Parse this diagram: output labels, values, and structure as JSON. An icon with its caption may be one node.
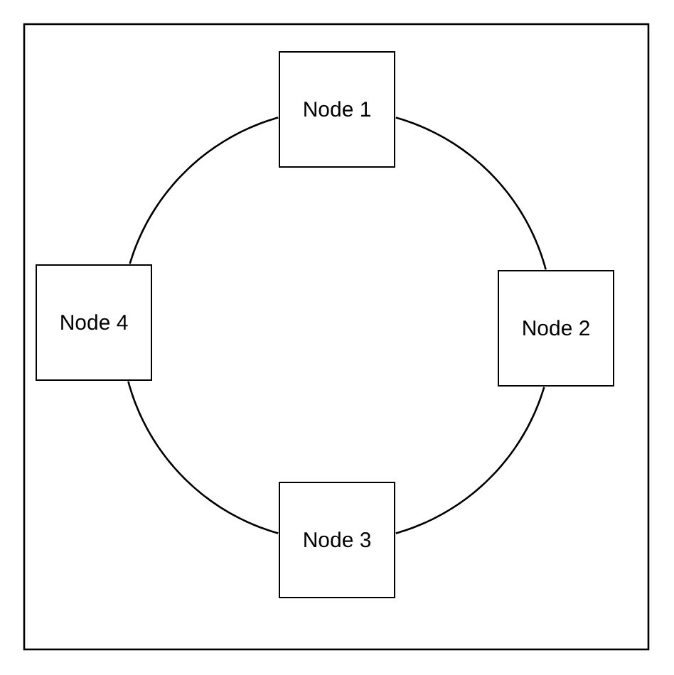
{
  "diagram": {
    "nodes": [
      {
        "text": [
          "Node 1"
        ]
      },
      {
        "text": [
          "Node 2"
        ]
      },
      {
        "text": [
          "Node 3"
        ]
      },
      {
        "text": [
          "Node 4"
        ]
      }
    ],
    "edges": [
      {
        "from": 0,
        "to": 1,
        "arrow": "none"
      },
      {
        "from": 1,
        "to": 2,
        "arrow": "none"
      },
      {
        "from": 2,
        "to": 3,
        "arrow": "none"
      },
      {
        "from": 3,
        "to": 0,
        "arrow": "none"
      }
    ]
  }
}
